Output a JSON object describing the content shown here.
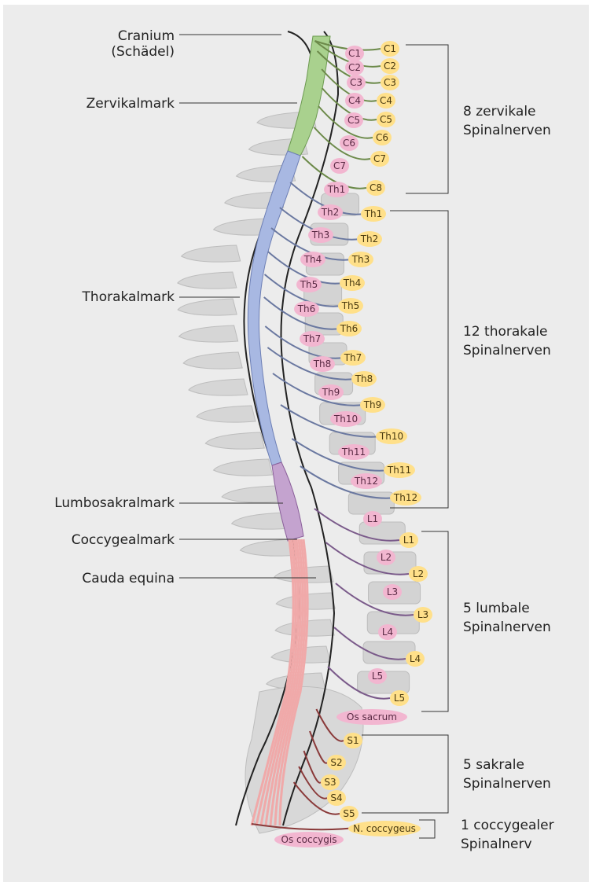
{
  "left_labels": {
    "cranium": "Cranium",
    "cranium_sub": "(Schädel)",
    "zervikalmark": "Zervikalmark",
    "thorakalmark": "Thorakalmark",
    "lumbosakralmark": "Lumbosakralmark",
    "coccygealmark": "Coccygealmark",
    "cauda_equina": "Cauda equina"
  },
  "groups": {
    "cervical_line1": "8 zervikale",
    "cervical_line2": "Spinalnerven",
    "thoracic_line1": "12 thorakale",
    "thoracic_line2": "Spinalnerven",
    "lumbar_line1": "5 lumbale",
    "lumbar_line2": "Spinalnerven",
    "sacral_line1": "5 sakrale",
    "sacral_line2": "Spinalnerven",
    "coccygeal_line1": "1 coccygealer",
    "coccygeal_line2": "Spinalnerv"
  },
  "vertebra_labels": [
    "C1",
    "C2",
    "C3",
    "C4",
    "C5",
    "C6",
    "C7",
    "Th1",
    "Th2",
    "Th3",
    "Th4",
    "Th5",
    "Th6",
    "Th7",
    "Th8",
    "Th9",
    "Th10",
    "Th11",
    "Th12",
    "L1",
    "L2",
    "L3",
    "L4",
    "L5",
    "Os sacrum",
    "Os coccygis"
  ],
  "nerve_labels": [
    "C1",
    "C2",
    "C3",
    "C4",
    "C5",
    "C6",
    "C7",
    "C8",
    "Th1",
    "Th2",
    "Th3",
    "Th4",
    "Th5",
    "Th6",
    "Th7",
    "Th8",
    "Th9",
    "Th10",
    "Th11",
    "Th12",
    "L1",
    "L2",
    "L3",
    "L4",
    "L5",
    "S1",
    "S2",
    "S3",
    "S4",
    "S5",
    "N. coccygeus"
  ],
  "colors": {
    "cervical_cord": "#a9d18e",
    "thoracic_cord": "#a8b8e2",
    "lumbosacral_cord": "#c4a3cf",
    "cauda": "#f0a9a9",
    "vertebra_tag": "#f2b6d0",
    "nerve_tag": "#ffe08a",
    "bone": "#d2d2d2"
  }
}
